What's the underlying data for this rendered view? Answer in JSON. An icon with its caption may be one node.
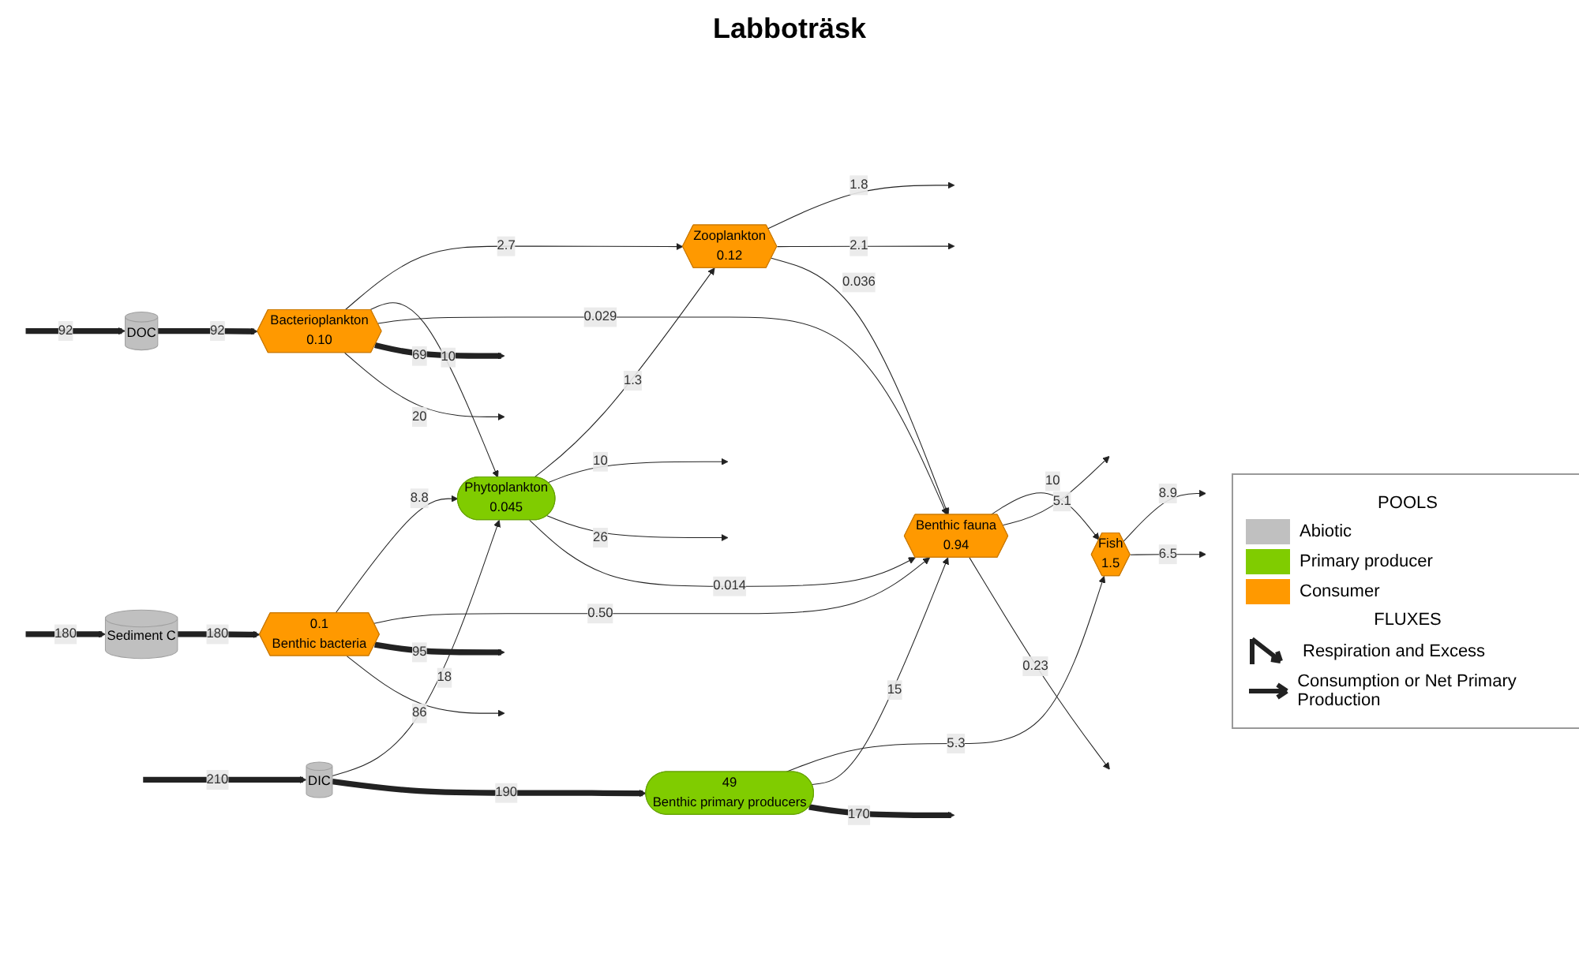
{
  "diagram": {
    "title": "Labboträsk",
    "nodes": [
      {
        "text": [
          "DOC"
        ]
      },
      {
        "text": [
          "DIC"
        ]
      },
      {
        "text": [
          "Bacterioplankton",
          "0.10"
        ]
      },
      {
        "text": [
          "Zooplankton",
          "0.12"
        ]
      },
      {
        "text": [
          "Fish",
          "1.5"
        ]
      },
      {
        "text": [
          "Phytoplankton",
          "0.045"
        ]
      },
      {
        "text": [
          "49",
          "Benthic primary producers"
        ]
      },
      {
        "text": [
          "Benthic fauna",
          "0.94"
        ]
      },
      {
        "text": [
          "Sediment C"
        ]
      },
      {
        "text": [
          "0.1",
          "Benthic bacteria"
        ]
      }
    ],
    "edges": [
      {
        "from": null,
        "to": 0,
        "arrow": "to",
        "label": "92",
        "style": "thick"
      },
      {
        "from": 0,
        "to": 2,
        "arrow": "to",
        "label": "92",
        "style": "thick"
      },
      {
        "from": null,
        "to": 1,
        "arrow": "to",
        "label": "210",
        "style": "thick"
      },
      {
        "from": 1,
        "to": 5,
        "arrow": "to",
        "label": "18"
      },
      {
        "from": 1,
        "to": 6,
        "arrow": "to",
        "label": "190",
        "style": "thick"
      },
      {
        "from": 2,
        "to": 3,
        "arrow": "to",
        "label": "2.7"
      },
      {
        "from": 2,
        "to": 5,
        "arrow": "to",
        "label": "10"
      },
      {
        "from": 2,
        "to": 7,
        "arrow": "to",
        "label": "0.029"
      },
      {
        "from": 2,
        "to": null,
        "arrow": "to",
        "label": "69",
        "style": "thick"
      },
      {
        "from": 2,
        "to": null,
        "arrow": "to",
        "label": "20"
      },
      {
        "from": 5,
        "to": 3,
        "arrow": "to",
        "label": "1.3"
      },
      {
        "from": 3,
        "to": null,
        "arrow": "to",
        "label": "1.8"
      },
      {
        "from": 3,
        "to": null,
        "arrow": "to",
        "label": "2.1"
      },
      {
        "from": 3,
        "to": 7,
        "arrow": "to",
        "label": "0.036"
      },
      {
        "from": 5,
        "to": null,
        "arrow": "to",
        "label": "10"
      },
      {
        "from": 5,
        "to": null,
        "arrow": "to",
        "label": "26"
      },
      {
        "from": 5,
        "to": 7,
        "arrow": "to",
        "label": "0.014"
      },
      {
        "from": 6,
        "to": 4,
        "arrow": "to",
        "label": "5.3"
      },
      {
        "from": 6,
        "to": 7,
        "arrow": "to",
        "label": "15"
      },
      {
        "from": 6,
        "to": null,
        "arrow": "to",
        "label": "170",
        "style": "thick"
      },
      {
        "from": 9,
        "to": 5,
        "arrow": "to",
        "label": "8.8"
      },
      {
        "from": 9,
        "to": 7,
        "arrow": "to",
        "label": "0.50"
      },
      {
        "from": 7,
        "to": 4,
        "arrow": "to",
        "label": "10"
      },
      {
        "from": 7,
        "to": null,
        "arrow": "to",
        "label": "5.1"
      },
      {
        "from": 7,
        "to": null,
        "arrow": "to",
        "label": "0.23"
      },
      {
        "from": 4,
        "to": null,
        "arrow": "to",
        "label": "8.9"
      },
      {
        "from": 4,
        "to": null,
        "arrow": "to",
        "label": "6.5"
      },
      {
        "from": null,
        "to": 8,
        "arrow": "to",
        "label": "180",
        "style": "thick"
      },
      {
        "from": 8,
        "to": 9,
        "arrow": "to",
        "label": "180",
        "style": "thick"
      },
      {
        "from": 9,
        "to": null,
        "arrow": "to",
        "label": "95",
        "style": "thick"
      },
      {
        "from": 9,
        "to": null,
        "arrow": "to",
        "label": "86"
      }
    ],
    "labels": [
      "POOLS",
      "FLUXES"
    ],
    "legend": [
      {
        "text": "Abiotic",
        "color": "#c0c0c0"
      },
      {
        "text": "Primary producer",
        "color": "#80cc00"
      },
      {
        "text": "Consumer",
        "color": "#ff9900"
      },
      {
        "text": "Respiration and Excess"
      },
      {
        "text": "Consumption or Net Primary Production"
      }
    ]
  }
}
